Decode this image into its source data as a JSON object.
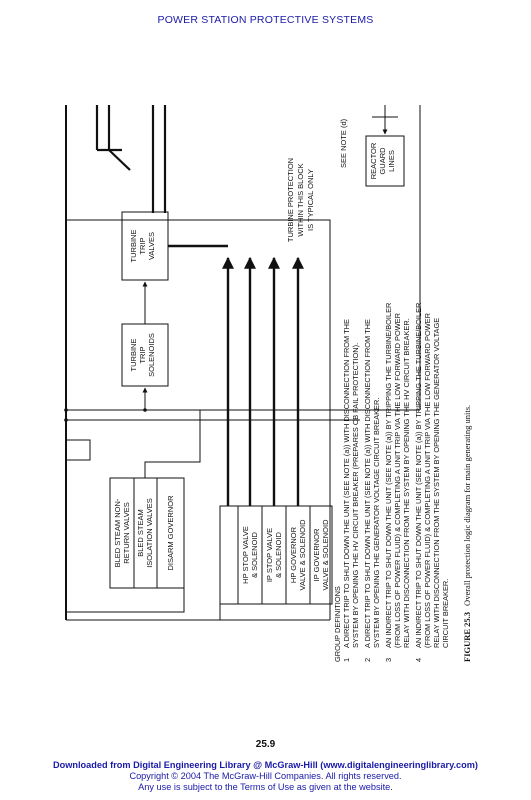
{
  "header": {
    "title": "POWER STATION PROTECTIVE SYSTEMS"
  },
  "figure": {
    "caption_label": "FIGURE 25.3",
    "caption_text": "Overall protection logic diagram for main generating units.",
    "boxes": {
      "reactor_guard": [
        "REACTOR",
        "GUARD",
        "LINES"
      ],
      "turbine_trip_valves": [
        "TURBINE",
        "TRIP",
        "VALVES"
      ],
      "turbine_trip_solenoids": [
        "TURBINE",
        "TRIP",
        "SOLENOIDS"
      ],
      "bled_steam_nrv": [
        "BLED STEAM NON-",
        "RETURN VALVES"
      ],
      "bled_steam_isolation": [
        "BLED STEAM",
        "ISOLATION VALVES"
      ],
      "disarm_governor": "DISARM GOVERNOR",
      "hp_stop": [
        "HP STOP VALVE",
        "& SOLENOID"
      ],
      "ip_stop": [
        "IP STOP VALVE",
        "& SOLENOID"
      ],
      "hp_governor": [
        "HP GOVERNOR",
        "VALVE & SOLENOID"
      ],
      "ip_governor": [
        "IP GOVERNOR",
        "VALVE & SOLENOID"
      ]
    },
    "note_see_d": "SEE NOTE (d)",
    "turbine_note": [
      "TURBINE PROTECTION",
      "WITHIN THIS BLOCK",
      "IS TYPICAL ONLY"
    ],
    "group_definitions": {
      "heading": "GROUP DEFINITIONS",
      "items": [
        {
          "num": "1",
          "lines": [
            "A DIRECT TRIP TO SHUT DOWN THE UNIT (SEE NOTE (a)) WITH DISCONNECTION FROM THE",
            "SYSTEM BY OPENING THE HV CIRCUIT BREAKER (PREPARES CB FAIL PROTECTION)."
          ]
        },
        {
          "num": "2",
          "lines": [
            "A DIRECT TRIP TO SHUT DOWN THE UNIT (SEE NOTE (a)) WITH DISCONNECTION FROM THE",
            "SYSTEM BY OPENING THE GENERATOR VOLTAGE CIRCUIT BREAKER."
          ]
        },
        {
          "num": "3",
          "lines": [
            "AN INDIRECT TRIP TO SHUT DOWN THE UNIT (SEE NOTE (a)) BY TRIPPING THE TURBINE/BOILER",
            "(FROM LOSS OF POWER FLUID) & COMPLETING A UNIT TRIP VIA THE LOW FORWARD POWER",
            "RELAY WITH DISCONNECTION FROM THE SYSTEM BY OPENING THE HV CIRCUIT BREAKER."
          ]
        },
        {
          "num": "4",
          "lines": [
            "AN INDIRECT TRIP TO SHUT DOWN THE UNIT (SEE NOTE (a)) BY TRIPPING THE TURBINE/BOILER",
            "(FROM LOSS OF POWER FLUID) & COMPLETING A UNIT TRIP VIA THE LOW FORWARD POWER",
            "RELAY WITH DISCONNECTION FROM THE SYSTEM BY OPENING THE GENERATOR VOLTAGE",
            "CIRCUIT BREAKER."
          ]
        }
      ]
    }
  },
  "page_number": "25.9",
  "footer": {
    "line1": "Downloaded from Digital Engineering Library @ McGraw-Hill (www.digitalengineeringlibrary.com)",
    "line2": "Copyright © 2004 The McGraw-Hill Companies. All rights reserved.",
    "line3": "Any use is subject to the Terms of Use as given at the website."
  }
}
